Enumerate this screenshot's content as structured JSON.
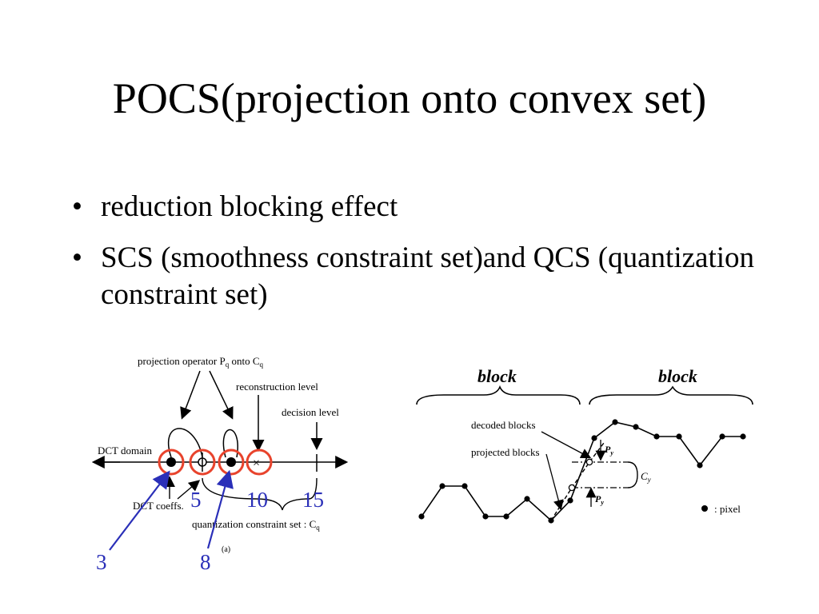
{
  "slide": {
    "title": "POCS(projection onto convex set)",
    "bullets": [
      "reduction blocking effect",
      "SCS (smoothness constraint set)and QCS (quantization constraint set)"
    ]
  },
  "left_figure": {
    "labels": {
      "projection_operator": "projection operator P",
      "projection_operator_sub": "q",
      "projection_operator_tail": " onto C",
      "reconstruction_level": "reconstruction level",
      "decision_level": "decision level",
      "dct_domain": "DCT domain",
      "dct_coeffs": "DCT coeffs.",
      "qcs_label": "quantization constraint set : C",
      "caption": "(a)"
    },
    "numbers": {
      "n5": "5",
      "n10": "10",
      "n15": "15",
      "n3": "3",
      "n8": "8"
    },
    "colors": {
      "circle": "#e8432c",
      "annotation": "#2a2fb8"
    }
  },
  "right_figure": {
    "labels": {
      "block_left": "block",
      "block_right": "block",
      "decoded_blocks": "decoded  blocks",
      "projected_blocks": "projected blocks",
      "py_top": "P",
      "py_bottom": "P",
      "cy": "C",
      "pixel_legend": ": pixel"
    }
  }
}
